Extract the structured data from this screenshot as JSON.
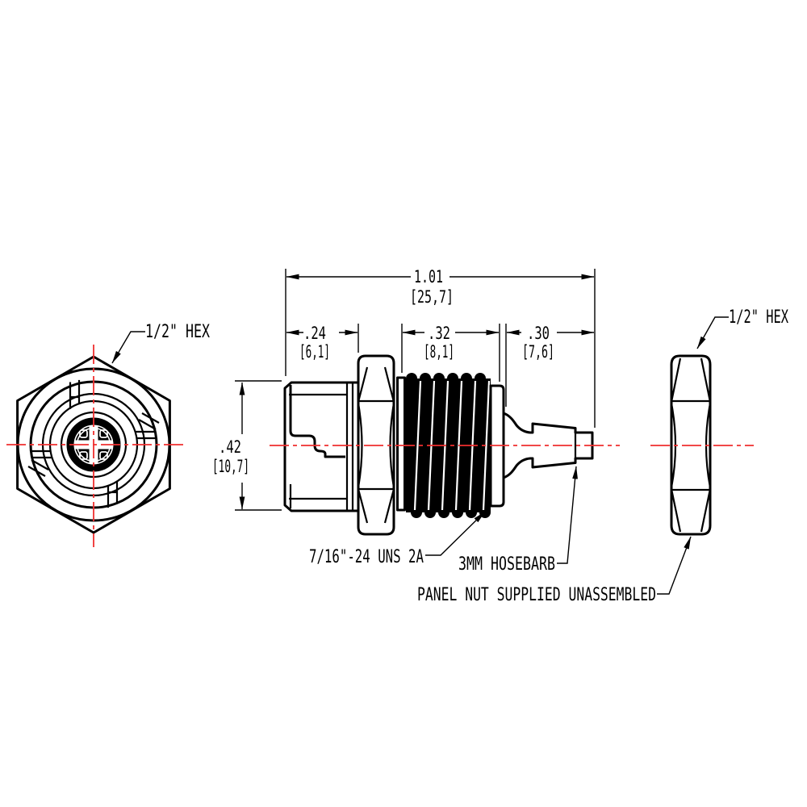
{
  "drawing": {
    "callouts": {
      "front_hex": "1/2\" HEX",
      "nut_hex": "1/2\" HEX",
      "thread_spec": "7/16\"-24 UNS 2A",
      "hosebarb": "3MM HOSEBARB",
      "panel_nut_note": "PANEL NUT SUPPLIED UNASSEMBLED"
    },
    "dimensions": {
      "overall_length": {
        "inches": "1.01",
        "mm": "[25,7]"
      },
      "body_length": {
        "inches": ".24",
        "mm": "[6,1]"
      },
      "thread_length": {
        "inches": ".32",
        "mm": "[8,1]"
      },
      "barb_length": {
        "inches": ".30",
        "mm": "[7,6]"
      },
      "hex_height": {
        "inches": ".42",
        "mm": "[10,7]"
      }
    },
    "colors": {
      "line": "#000000",
      "centerline": "#ef2f2f",
      "background": "#ffffff"
    }
  }
}
